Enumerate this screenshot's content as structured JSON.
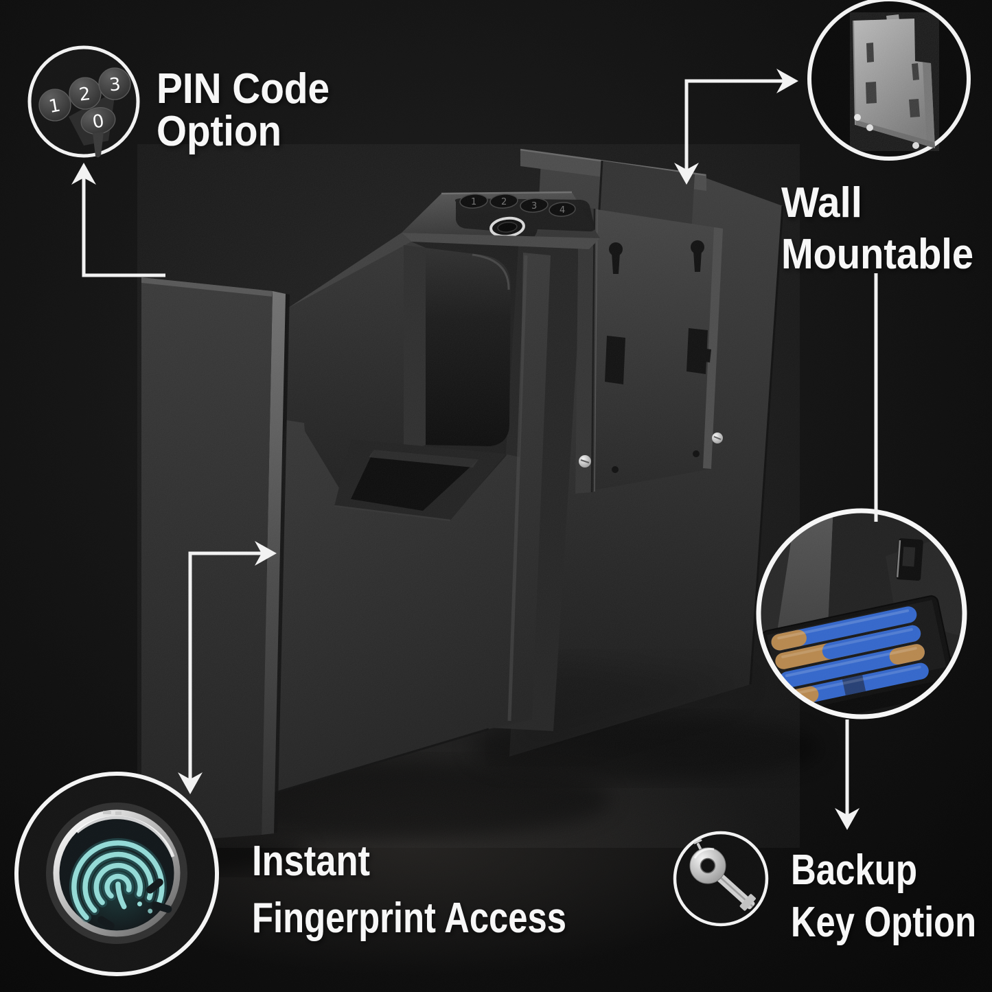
{
  "callouts": {
    "pin_code": {
      "line1": "PIN Code",
      "line2": "Option",
      "icon": "keypad-keys-icon",
      "icon_keys": [
        "1",
        "2",
        "3",
        "0"
      ]
    },
    "wall_mount": {
      "line1": "Wall",
      "line2": "Mountable",
      "icon": "wall-bracket-icon"
    },
    "battery": {
      "icon": "battery-compartment-photo"
    },
    "fingerprint": {
      "line1": "Instant",
      "line2": "Fingerprint Access",
      "icon": "fingerprint-icon"
    },
    "backup_key": {
      "line1": "Backup",
      "line2": "Key Option",
      "icon": "key-icon"
    }
  },
  "product": {
    "keypad_keys": [
      "1",
      "2",
      "3",
      "4"
    ]
  },
  "colors": {
    "background": "#0c0c0c",
    "label_text": "#f7f7f7",
    "connector": "#f2f2f2",
    "fingerprint_glow": "#93dad6",
    "battery_blue": "#2f63c9",
    "battery_copper": "#b5854a",
    "bracket_icon_gray": "#9a9a9a",
    "safe_metal_dark": "#2e2e2e"
  }
}
